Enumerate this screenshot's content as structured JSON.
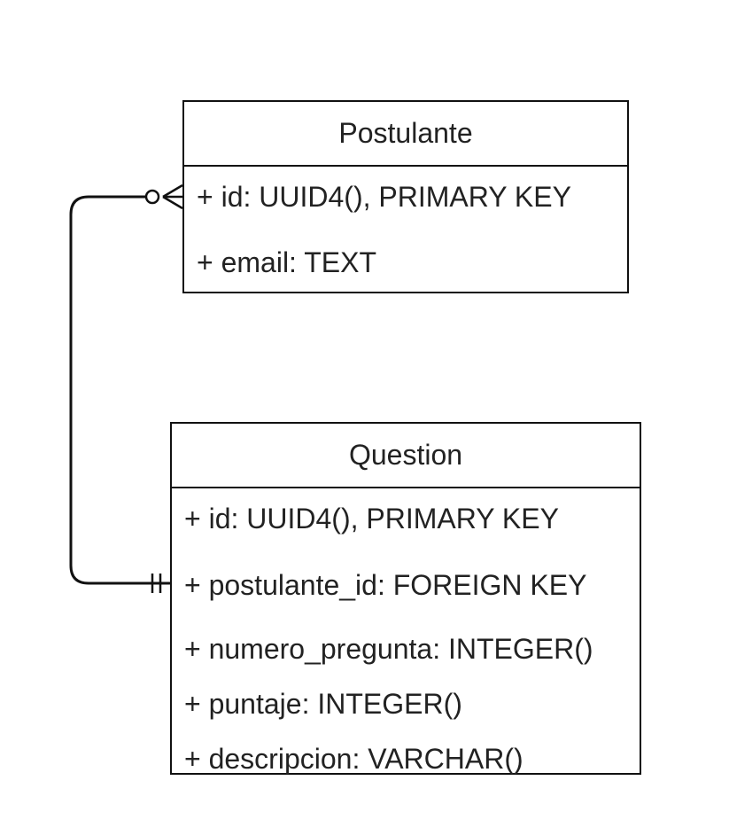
{
  "entities": {
    "postulante": {
      "name": "Postulante",
      "fields": [
        "+ id: UUID4(), PRIMARY KEY",
        "+ email: TEXT"
      ]
    },
    "question": {
      "name": "Question",
      "fields": [
        "+ id: UUID4(), PRIMARY KEY",
        "+ postulante_id: FOREIGN KEY",
        "+ numero_pregunta: INTEGER()",
        "+ puntaje: INTEGER()",
        "+ descripcion: VARCHAR()"
      ]
    }
  },
  "relationship": {
    "from": "Question",
    "to": "Postulante",
    "from_cardinality": "one-and-only-one",
    "to_cardinality": "zero-or-many"
  },
  "colors": {
    "line": "#111111",
    "text": "#222222",
    "background": "#ffffff"
  }
}
